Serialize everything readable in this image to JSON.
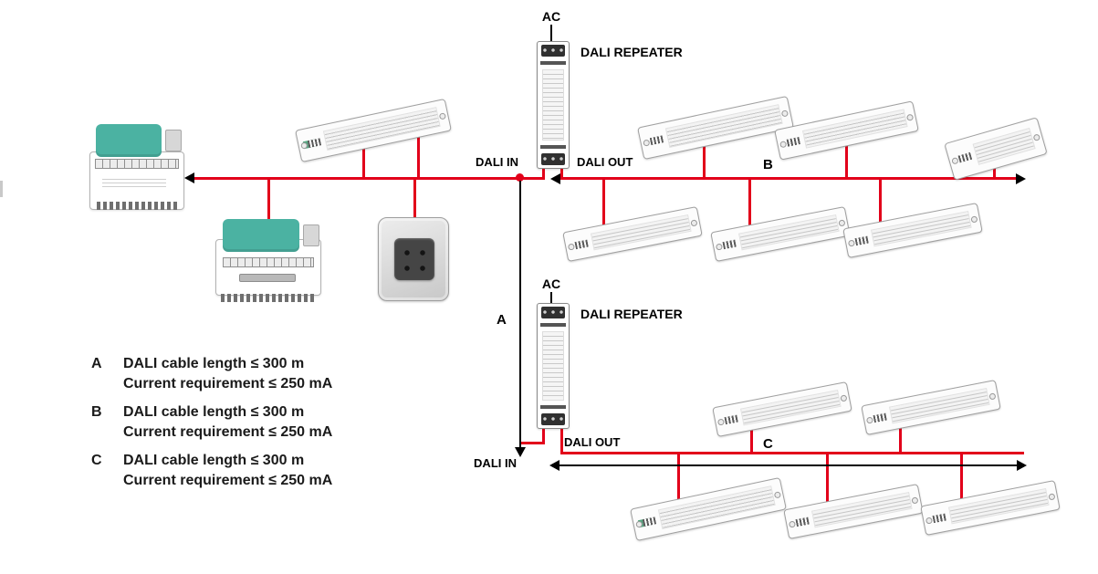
{
  "colors": {
    "bus_red": "#e2001a",
    "arrow_black": "#000000",
    "device_teal": "#4bb2a2"
  },
  "repeater_top": {
    "ac": "AC",
    "title": "DALI REPEATER",
    "dali_in": "DALI IN",
    "dali_out": "DALI OUT"
  },
  "repeater_bottom": {
    "ac": "AC",
    "title": "DALI REPEATER",
    "dali_in": "DALI IN",
    "dali_out": "DALI OUT"
  },
  "segment_labels": {
    "a": "A",
    "b": "B",
    "c": "C"
  },
  "legend": {
    "items": [
      {
        "key": "A",
        "line1": "DALI cable length ≤ 300 m",
        "line2": "Current requirement ≤ 250 mA"
      },
      {
        "key": "B",
        "line1": "DALI cable length ≤ 300 m",
        "line2": "Current requirement ≤ 250 mA"
      },
      {
        "key": "C",
        "line1": "DALI cable length ≤ 300 m",
        "line2": "Current requirement ≤ 250 mA"
      }
    ]
  }
}
